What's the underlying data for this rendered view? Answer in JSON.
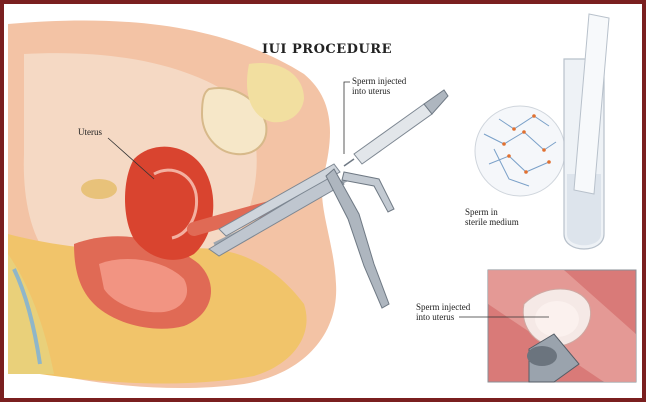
{
  "title": "IUI PROCEDURE",
  "labels": {
    "uterus": "Uterus",
    "sperm_injected_top_line1": "Sperm injected",
    "sperm_injected_top_line2": "into uterus",
    "sperm_medium_line1": "Sperm in",
    "sperm_medium_line2": "sterile medium",
    "sperm_injected_inset_line1": "Sperm injected",
    "sperm_injected_inset_line2": "into uterus"
  },
  "colors": {
    "frame": "#7a1f1f",
    "skin": "#f3c3a5",
    "fat": "#f1c46a",
    "uterus": "#d9442f",
    "inset_tissue": "#d97a78"
  }
}
